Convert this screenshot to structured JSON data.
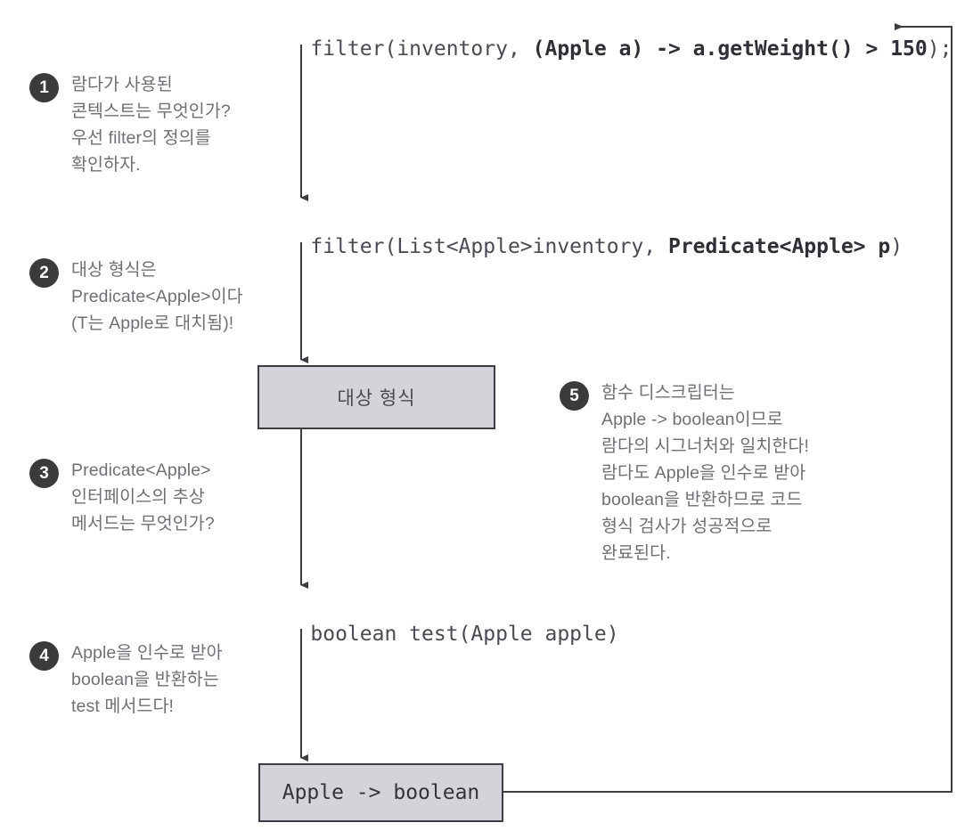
{
  "diagram": {
    "title": "Lambda target type checking flow",
    "accent_color": "#3b3b3d",
    "box_fill": "#d3d4d9",
    "box_border": "#3c3c42",
    "text_color": "#6e7076",
    "code_color": "#4a4a52"
  },
  "code_lines": {
    "line1_plain_a": "filter(inventory, ",
    "line1_bold": "(Apple a) -> a.getWeight() > 150",
    "line1_plain_b": ");",
    "line2_plain_a": "filter(List<Apple>inventory, ",
    "line2_bold": "Predicate<Apple> p",
    "line2_plain_b": ")",
    "line3": "boolean test(Apple apple)"
  },
  "boxes": [
    {
      "id": "target-type-box",
      "label": "대상 형식",
      "mono": false
    },
    {
      "id": "function-descriptor-box",
      "label": "Apple -> boolean",
      "mono": true
    }
  ],
  "notes": [
    {
      "number": "1",
      "text": "람다가 사용된\n콘텍스트는 무엇인가?\n우선 filter의 정의를\n확인하자."
    },
    {
      "number": "2",
      "text": "대상 형식은\nPredicate<Apple>이다\n(T는 Apple로 대치됨)!"
    },
    {
      "number": "3",
      "text": "Predicate<Apple>\n인터페이스의 추상\n메서드는 무엇인가?"
    },
    {
      "number": "4",
      "text": "Apple을 인수로 받아\nboolean을 반환하는\ntest 메서드다!"
    },
    {
      "number": "5",
      "text": "함수 디스크립터는\nApple -> boolean이므로\n람다의 시그너처와 일치한다!\n람다도 Apple을 인수로 받아\nboolean을 반환하므로 코드\n형식 검사가 성공적으로\n완료된다."
    }
  ]
}
